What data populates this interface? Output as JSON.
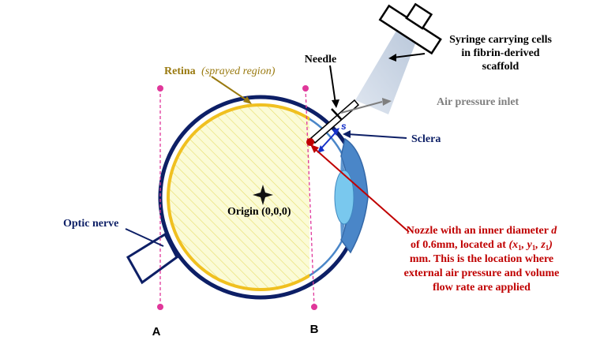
{
  "labels": {
    "syringe_line1": "Syringe carrying cells",
    "syringe_line2": "in fibrin-derived",
    "syringe_line3": "scaffold",
    "needle": "Needle",
    "air_pressure": "Air pressure inlet",
    "retina_bold": "Retina",
    "retina_italic": "(sprayed region)",
    "sclera": "Sclera",
    "s_label": "s",
    "origin": "Origin (0,0,0)",
    "optic_nerve": "Optic nerve",
    "plane_a": "A",
    "plane_b": "B",
    "nozzle_line1a": "Nozzle with an inner diameter ",
    "nozzle_line1b": "d",
    "nozzle_line2a": "of 0.6mm, located at ",
    "nozzle_line2b": "(x",
    "nozzle_line2c": "1",
    "nozzle_line2d": ", y",
    "nozzle_line2e": "1",
    "nozzle_line2f": ", z",
    "nozzle_line2g": "1",
    "nozzle_line2h": ")",
    "nozzle_line3": "mm. This is the location where",
    "nozzle_line4": "external air pressure and volume",
    "nozzle_line5": "flow rate are applied"
  },
  "colors": {
    "sclera": "#0d1f66",
    "retina": "#f0c020",
    "eye_fill": "#fbfbd6",
    "hatch": "#e8e070",
    "cornea": "#4a86c8",
    "lens": "#79c8ee",
    "pink": "#e0379a",
    "red": "#c00000",
    "retina_text": "#9a7a10",
    "grey": "#7f7f7f",
    "needle_blue": "#1530c8",
    "syringe": "#c9d6e6"
  }
}
